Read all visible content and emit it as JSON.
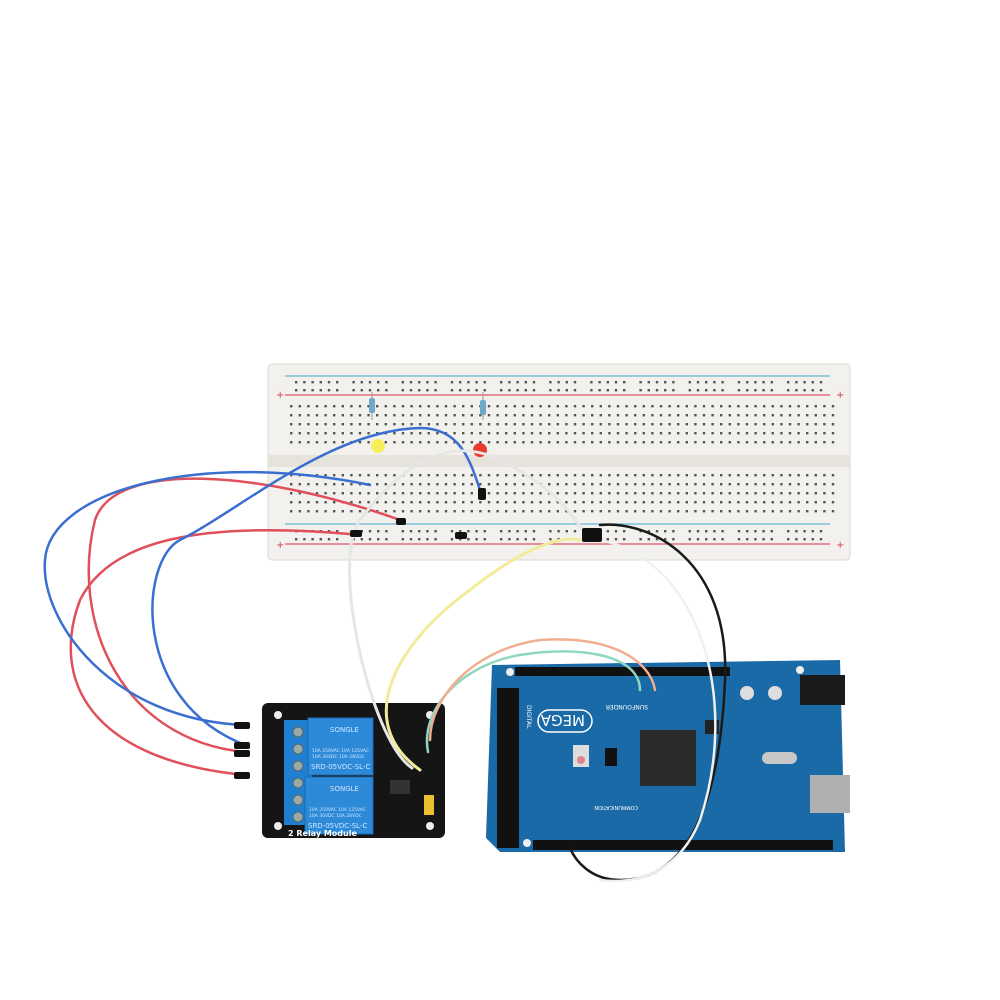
{
  "relay_module": {
    "relay_brand": "SONGLE",
    "relay_model": "SRD-05VDC-SL-C",
    "rating_line1": "10A 250VAC  10A 125VAC",
    "rating_line2": "10A 30VDC   10A 28VDC",
    "board_label": "2 Relay Module"
  },
  "arduino": {
    "model": "MEGA",
    "brand": "SUNFOUNDER",
    "digital_label": "DIGITAL",
    "communication_label": "COMMUNICATION"
  },
  "colors": {
    "background": "#ffffff",
    "breadboard": "#f2f0ec",
    "relay_pcb": "#151515",
    "relay_blue": "#1f7fd0",
    "arduino_pcb": "#1a6aa8",
    "wire_red": "#e0505a",
    "wire_blue": "#3a6fd0",
    "wire_black": "#1a1a1a",
    "wire_white": "#f4f4f4",
    "wire_yellow": "#f2ec9a",
    "wire_green": "#8fd8c0",
    "wire_peach": "#f0b090"
  }
}
